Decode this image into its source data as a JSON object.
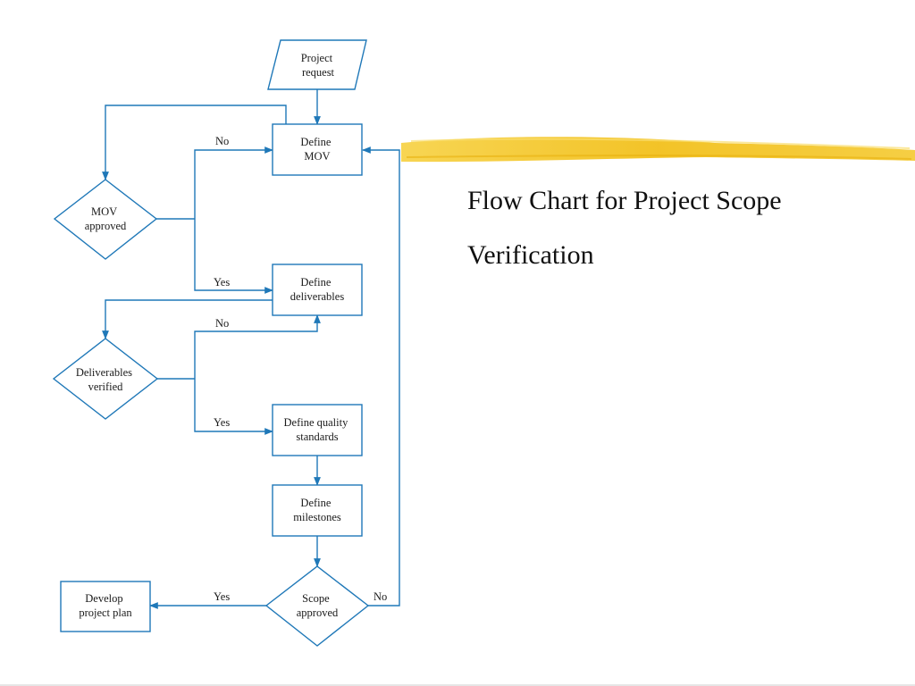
{
  "slide": {
    "title": "Flow Chart for Project Scope Verification"
  },
  "colors": {
    "flow_stroke": "#1f78b8",
    "highlight_stroke": "#f2c01c",
    "text": "#1a1a1a",
    "background": "#ffffff"
  },
  "flowchart": {
    "nodes": {
      "project_request": {
        "shape": "parallelogram",
        "lines": [
          "Project",
          "request"
        ]
      },
      "define_mov": {
        "shape": "process",
        "lines": [
          "Define",
          "MOV"
        ]
      },
      "mov_approved": {
        "shape": "decision",
        "lines": [
          "MOV",
          "approved"
        ]
      },
      "define_deliverables": {
        "shape": "process",
        "lines": [
          "Define",
          "deliverables"
        ]
      },
      "deliverables_verified": {
        "shape": "decision",
        "lines": [
          "Deliverables",
          "verified"
        ]
      },
      "define_quality_standards": {
        "shape": "process",
        "lines": [
          "Define quality",
          "standards"
        ]
      },
      "define_milestones": {
        "shape": "process",
        "lines": [
          "Define",
          "milestones"
        ]
      },
      "scope_approved": {
        "shape": "decision",
        "lines": [
          "Scope",
          "approved"
        ]
      },
      "develop_project_plan": {
        "shape": "process",
        "lines": [
          "Develop",
          "project plan"
        ]
      }
    },
    "edges": {
      "mov_no": {
        "from": "mov_approved",
        "to": "define_mov",
        "label": "No"
      },
      "mov_yes": {
        "from": "mov_approved",
        "to": "define_deliverables",
        "label": "Yes"
      },
      "deliverables_no": {
        "from": "deliverables_verified",
        "to": "define_deliverables",
        "label": "No"
      },
      "deliverables_yes": {
        "from": "deliverables_verified",
        "to": "define_quality_standards",
        "label": "Yes"
      },
      "scope_yes": {
        "from": "scope_approved",
        "to": "develop_project_plan",
        "label": "Yes"
      },
      "scope_no": {
        "from": "scope_approved",
        "to": "define_mov",
        "label": "No"
      }
    }
  }
}
